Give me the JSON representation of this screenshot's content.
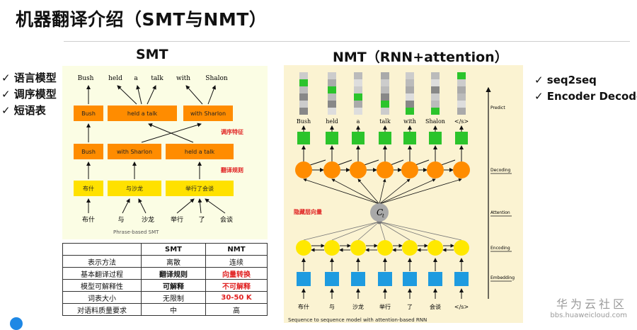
{
  "title": "机器翻译介绍（SMT与NMT）",
  "smt": {
    "heading": "SMT",
    "bullets": [
      "✓ 语言模型",
      "✓ 调序模型",
      "✓ 短语表"
    ],
    "top_words": [
      "Bush",
      "held",
      "a",
      "talk",
      "with",
      "Shalon"
    ],
    "upper_phrases": [
      "Bush",
      "held a talk",
      "with Sharlon"
    ],
    "reorder_label": "调序特征",
    "lower_phrases": [
      "Bush",
      "with Sharlon",
      "held a talk"
    ],
    "translate_label": "翻译规则",
    "source_phrases": [
      "布什",
      "与沙龙",
      "举行了会谈"
    ],
    "source_words": [
      "布什",
      "与",
      "沙龙",
      "举行",
      "了",
      "会谈"
    ],
    "caption": "Phrase-based SMT"
  },
  "nmt": {
    "heading": "NMT（RNN+attention）",
    "bullets": [
      "✓ seq2seq",
      "✓ Encoder Decoder"
    ],
    "output_words": [
      "Bush",
      "held",
      "a",
      "talk",
      "with",
      "Shalon",
      "</s>"
    ],
    "hidden_label": "隐藏层向量",
    "context_symbol": "C",
    "context_sub": "t",
    "input_words": [
      "布什",
      "与",
      "沙龙",
      "举行",
      "了",
      "会谈",
      "</s>"
    ],
    "axis_labels": [
      "Predict",
      "Decoding",
      "Attention",
      "Encoding",
      "Embedding"
    ],
    "caption": "Sequence to sequence model with attention-based RNN"
  },
  "table": {
    "headers": [
      "",
      "SMT",
      "NMT"
    ],
    "rows": [
      {
        "label": "表示方法",
        "smt": "离散",
        "nmt": "连续"
      },
      {
        "label": "基本翻译过程",
        "smt": "翻译规则",
        "nmt": "向量转换"
      },
      {
        "label": "模型可解释性",
        "smt": "可解释",
        "nmt": "不可解释"
      },
      {
        "label": "词表大小",
        "smt": "无限制",
        "nmt": "30-50 K"
      },
      {
        "label": "对语料质量要求",
        "smt": "中",
        "nmt": "高"
      }
    ]
  },
  "logo": {
    "name": "华为云社区",
    "url": "bbs.huaweicloud.com"
  },
  "colors": {
    "smt_box": "#ff8c00",
    "smt_source_box": "#ffe100",
    "rnn_orange": "#ff8c00",
    "encoder_yellow": "#ffe800",
    "embed_blue": "#1e9be0",
    "predict_green": "#2bc42b",
    "red_label": "#e02020"
  }
}
